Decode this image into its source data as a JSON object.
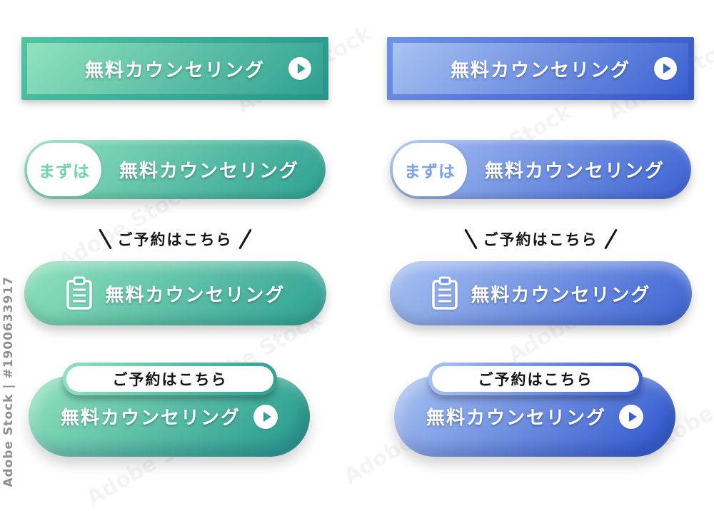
{
  "labels": {
    "main": "無料カウンセリング",
    "first": "まずは",
    "reserve": "ご予約はこちら"
  },
  "themes": {
    "green": {
      "light": "#90e2bd",
      "mid": "#52c3a2",
      "dark": "#2fa092",
      "deep": "#27948a",
      "badge-text": "#6fd6ac"
    },
    "blue": {
      "light": "#a9c3f2",
      "mid": "#6f94e7",
      "dark": "#3b61d1",
      "deep": "#3356c6",
      "badge-text": "#7aa2ec"
    }
  },
  "icons": {
    "arrow": "play-circle-icon",
    "clipboard": "clipboard-icon",
    "slashes": "emphasis-slash-lines"
  },
  "watermark": {
    "side": "Adobe Stock | #1900633917",
    "tile": "Adobe Stock"
  }
}
